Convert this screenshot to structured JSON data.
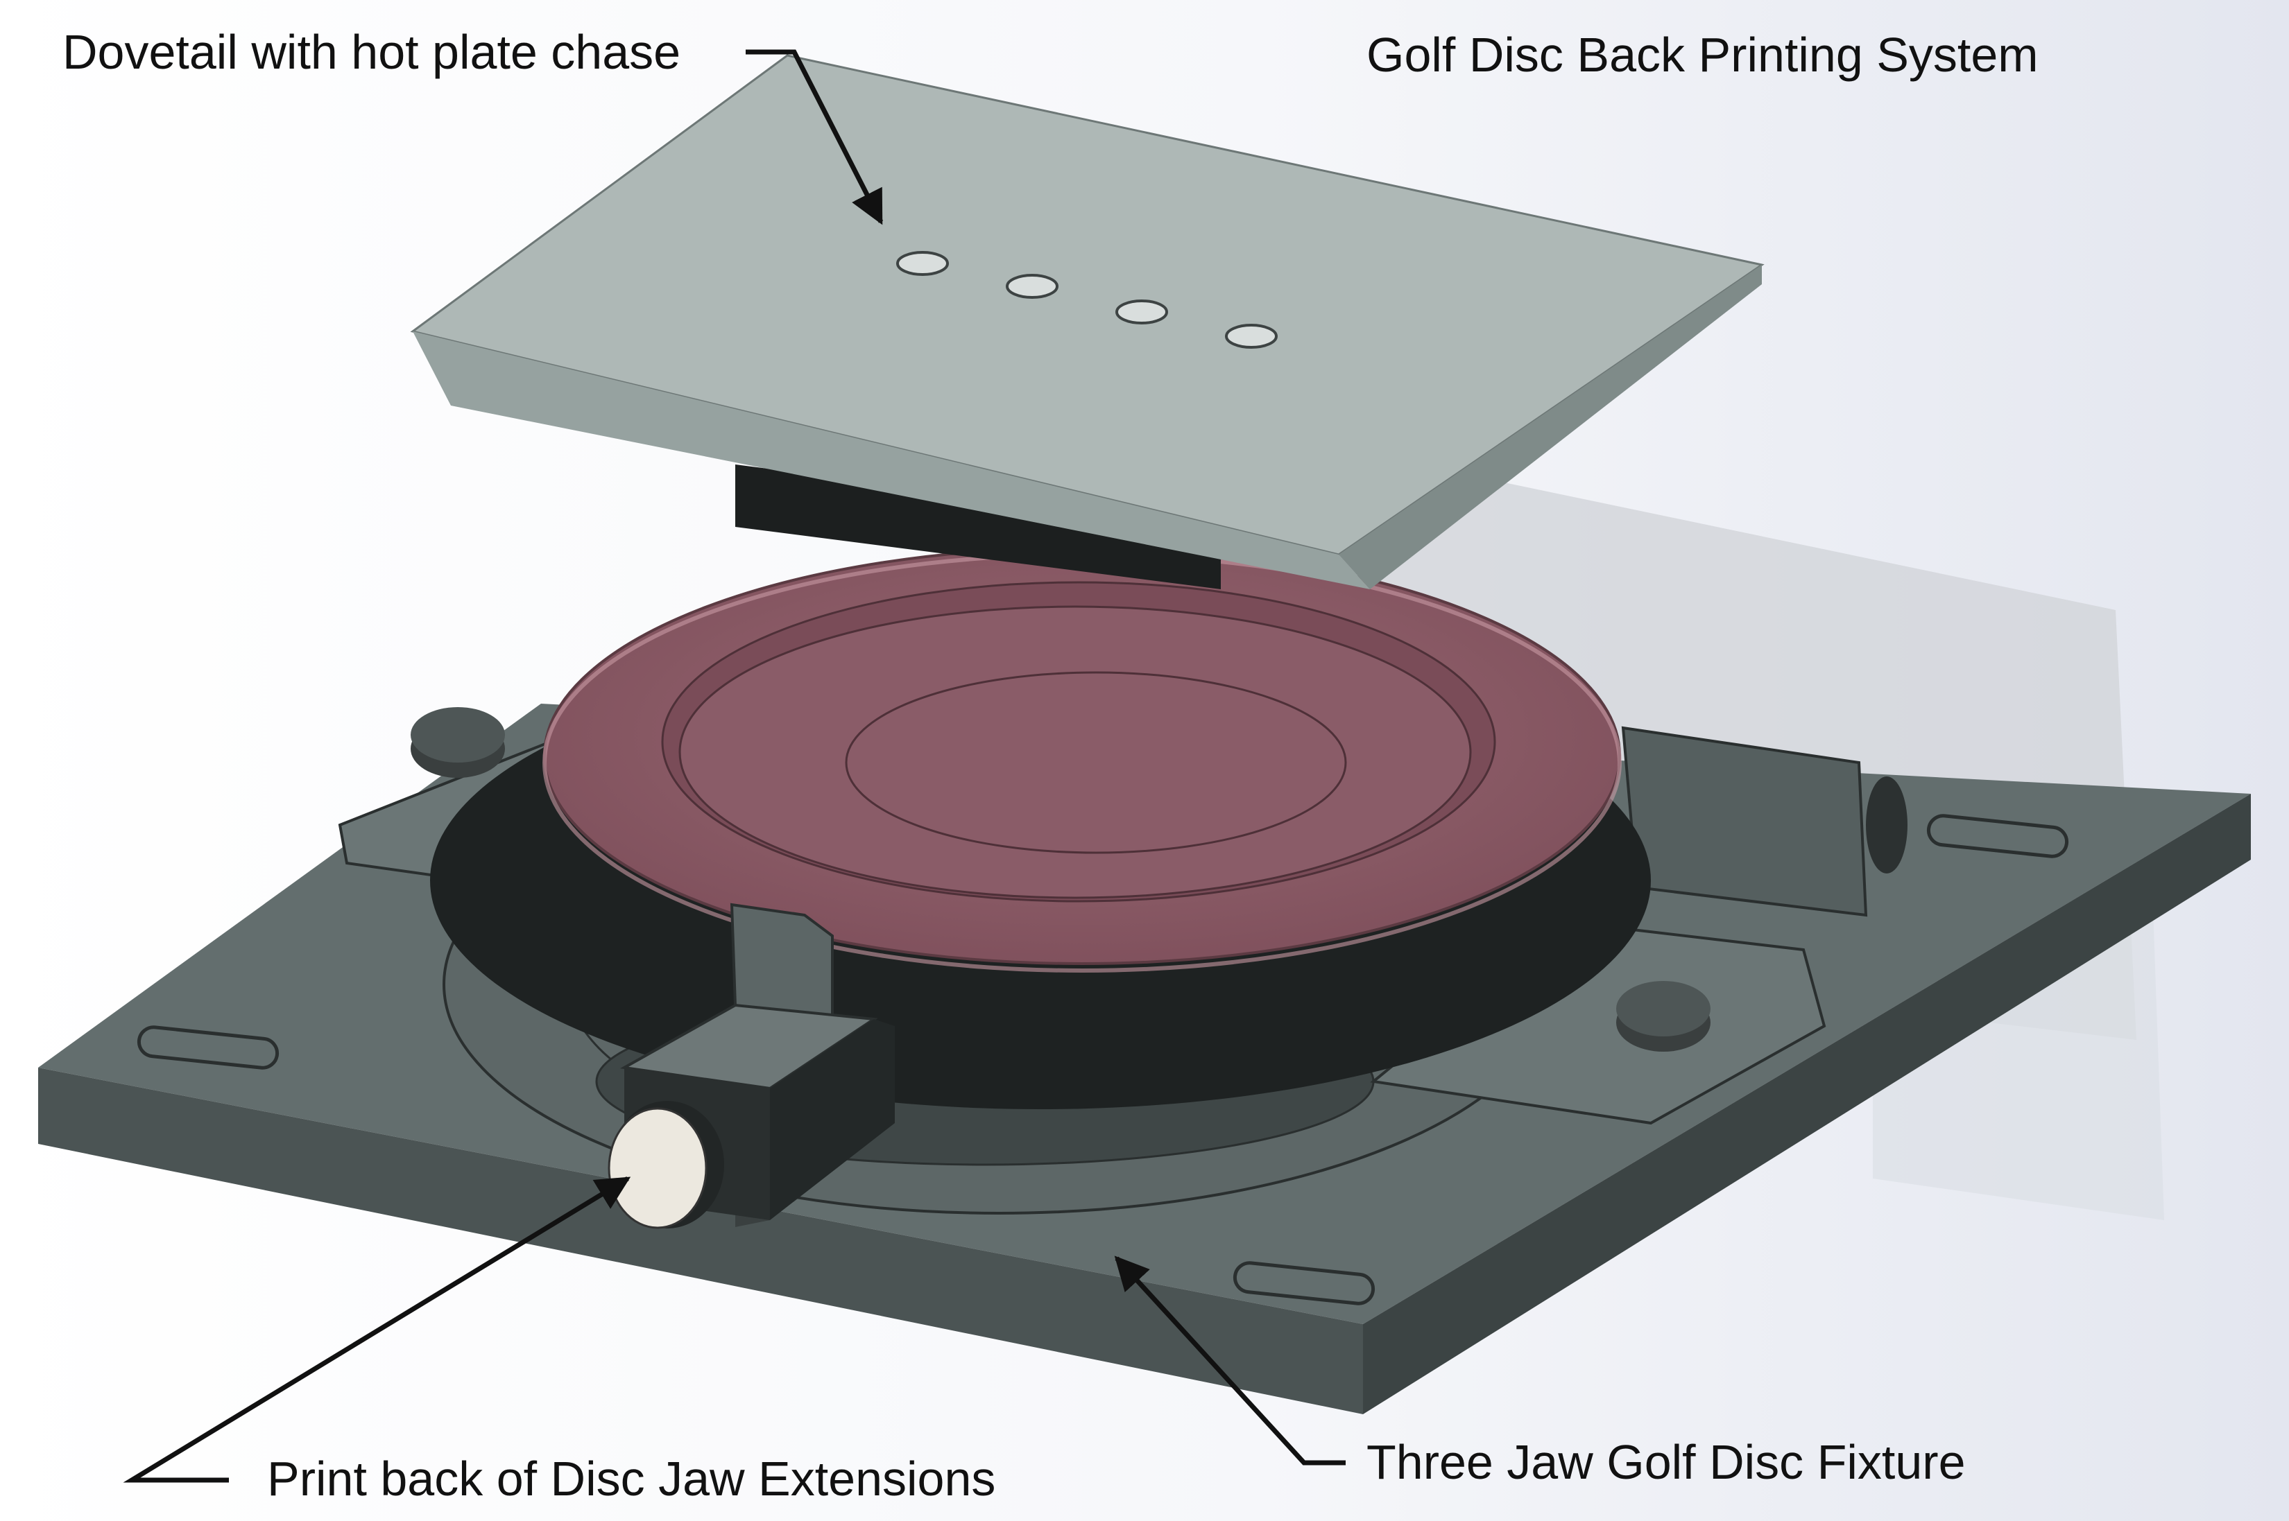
{
  "title": "Golf Disc Back Printing System",
  "callouts": {
    "dovetail": "Dovetail with hot plate chase",
    "jaw_extensions": "Print back of Disc Jaw Extensions",
    "fixture": "Three Jaw Golf Disc Fixture"
  },
  "colors": {
    "base_plate": "#636e6e",
    "top_plate": "#aeb8b6",
    "disc": "#8c5a66",
    "shadow": "#1e2222",
    "knob": "#ece8df",
    "leader": "#111111"
  }
}
